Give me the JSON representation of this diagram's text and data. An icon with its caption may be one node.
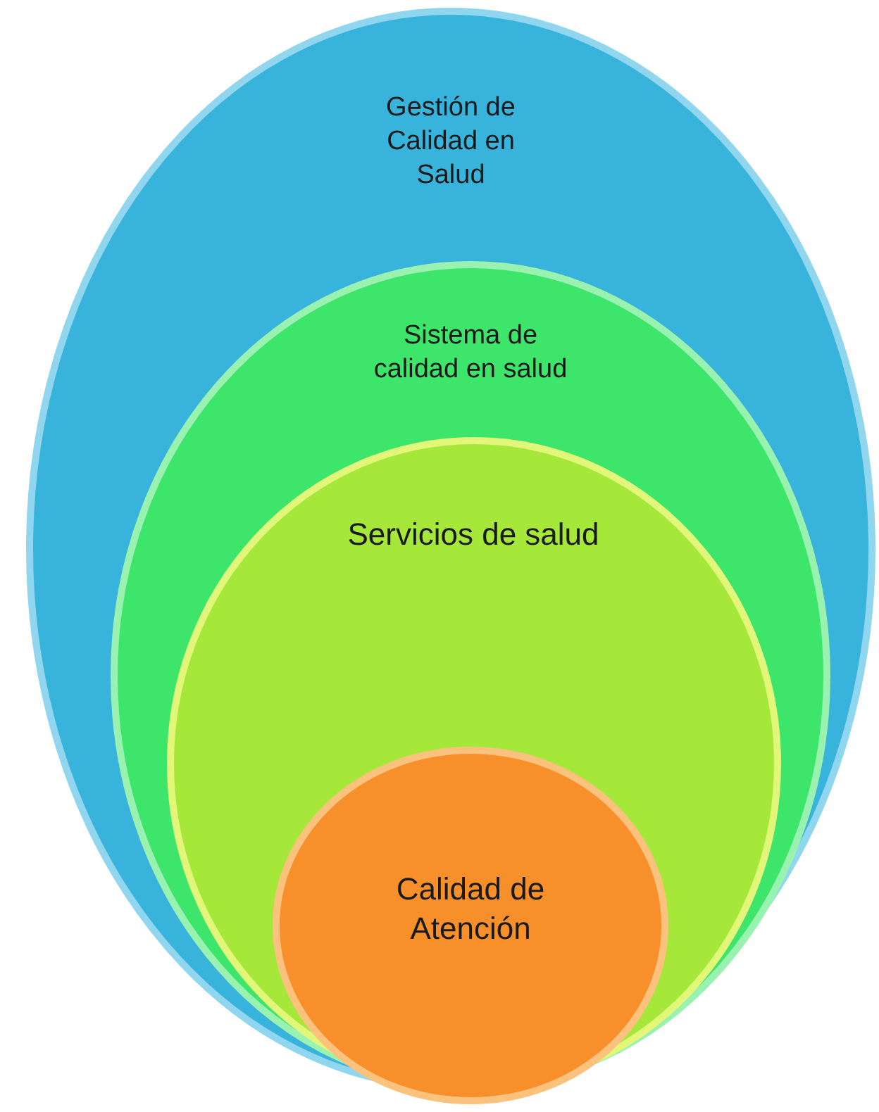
{
  "diagram": {
    "nodes": [
      {
        "text": [
          "Gestión de Calidad en Salud"
        ]
      },
      {
        "text": [
          "Sistema de calidad en salud"
        ],
        "in": 0
      },
      {
        "text": [
          "Servicios de salud"
        ],
        "in": 1
      },
      {
        "text": [
          "Calidad de Atención"
        ],
        "in": 2
      }
    ]
  }
}
